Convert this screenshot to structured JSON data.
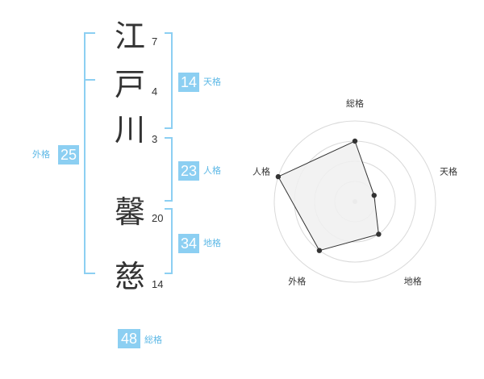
{
  "name": {
    "characters": [
      {
        "char": "江",
        "strokes": "7"
      },
      {
        "char": "戸",
        "strokes": "4"
      },
      {
        "char": "川",
        "strokes": "3"
      },
      {
        "char": "馨",
        "strokes": "20"
      },
      {
        "char": "慈",
        "strokes": "14"
      }
    ]
  },
  "fortunes": {
    "tenkaku": {
      "value": "14",
      "label": "天格"
    },
    "jinkaku": {
      "value": "23",
      "label": "人格"
    },
    "chikaku": {
      "value": "34",
      "label": "地格"
    },
    "gaikaku": {
      "value": "25",
      "label": "外格"
    },
    "soukaku": {
      "value": "48",
      "label": "総格"
    }
  },
  "colors": {
    "accent": "#8ccff2",
    "accent_text": "#5cb8e6",
    "radar_fill": "#f0f0f0",
    "radar_ring": "#d9d9d9",
    "radar_line": "#333333"
  },
  "chart_data": {
    "type": "radar",
    "axes": [
      "総格",
      "天格",
      "地格",
      "外格",
      "人格"
    ],
    "rings": 4,
    "max": 4,
    "values": [
      3,
      1,
      2,
      3,
      4
    ],
    "grid": true
  }
}
